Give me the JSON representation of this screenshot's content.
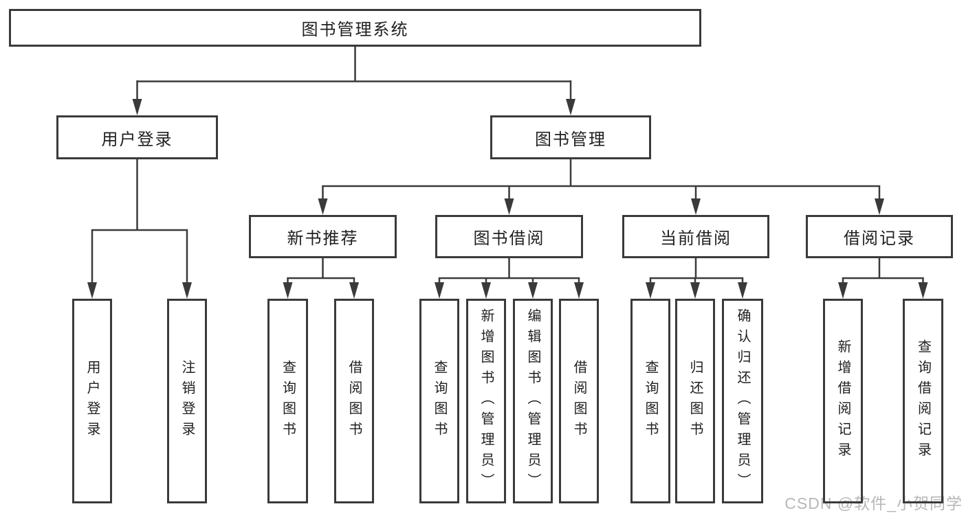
{
  "diagram": {
    "root": {
      "label": "图书管理系统"
    },
    "level2": [
      {
        "label": "用户登录"
      },
      {
        "label": "图书管理"
      }
    ],
    "level3": [
      {
        "label": "新书推荐"
      },
      {
        "label": "图书借阅"
      },
      {
        "label": "当前借阅"
      },
      {
        "label": "借阅记录"
      }
    ],
    "leaves": {
      "user_login": [
        "用户登录",
        "注销登录"
      ],
      "new_book": [
        "查询图书",
        "借阅图书"
      ],
      "book_borrow": [
        "查询图书",
        "新增图书（管理员）",
        "编辑图书（管理员）",
        "借阅图书"
      ],
      "current_borrow": [
        "查询图书",
        "归还图书",
        "确认归还（管理员）"
      ],
      "borrow_records": [
        "新增借阅记录",
        "查询借阅记录"
      ]
    }
  },
  "watermark": {
    "text": "CSDN @软件_小贺同学",
    "color": "#b7b7b7"
  },
  "colors": {
    "line": "#3a3a3a",
    "box_border": "#3a3a3a",
    "box_fill": "#ffffff",
    "text": "#1f1f1f",
    "background": "#ffffff"
  }
}
